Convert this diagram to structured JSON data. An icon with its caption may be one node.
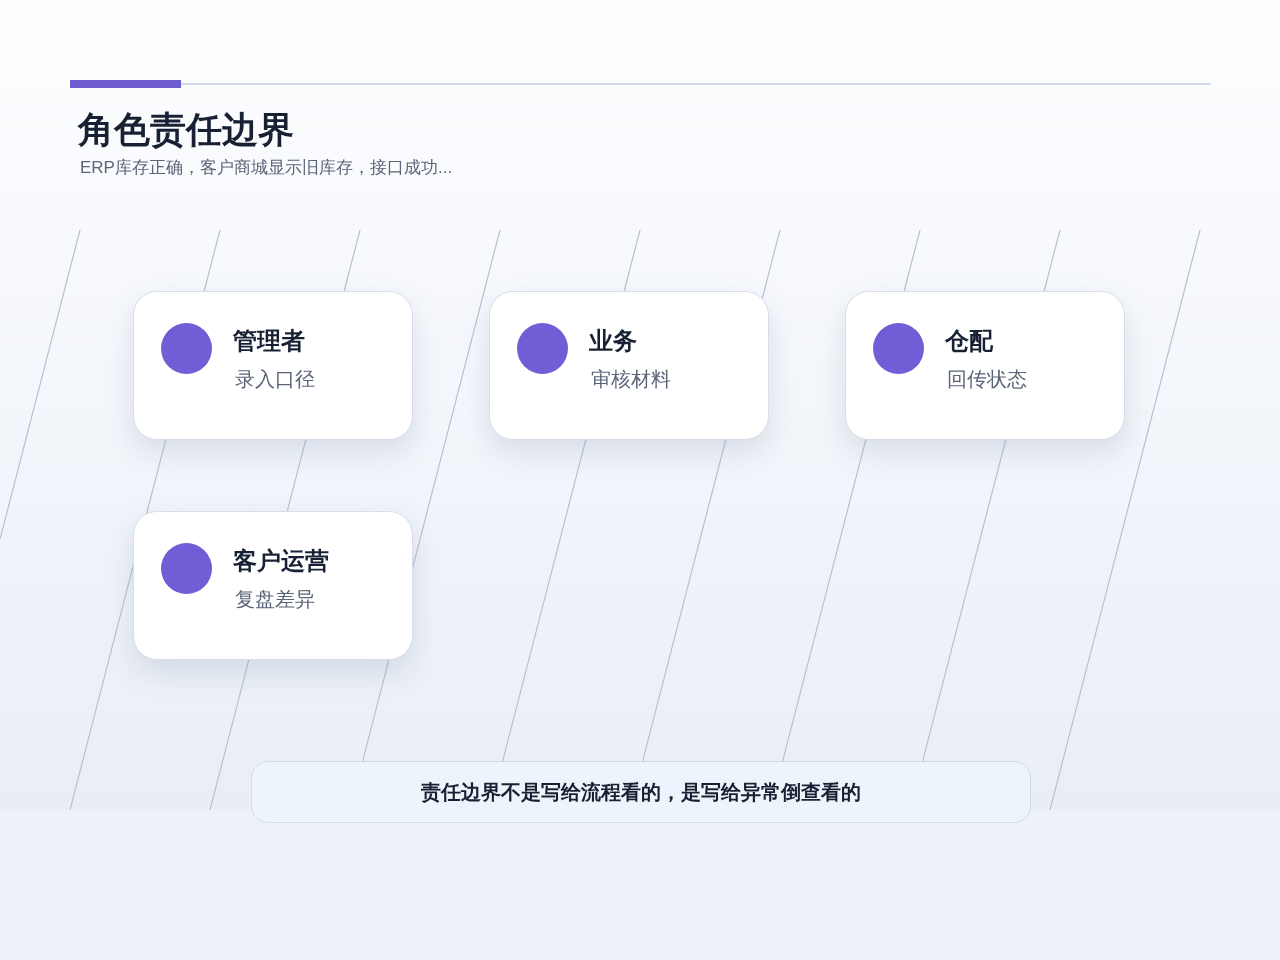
{
  "diagram": {
    "title": "角色责任边界",
    "nodes": [
      {
        "text": [
          "管理者",
          "录入口径"
        ]
      },
      {
        "text": [
          "业务",
          "审核材料"
        ]
      },
      {
        "text": [
          "仓配",
          "回传状态"
        ]
      },
      {
        "text": [
          "客户运营",
          "复盘差异"
        ]
      },
      {
        "text": [
          "责任边界不是写给流程看的，是写给异常倒查看的"
        ]
      }
    ],
    "labels": [
      "ERP库存正确，客户商城显示旧库存，接口成功..."
    ]
  }
}
